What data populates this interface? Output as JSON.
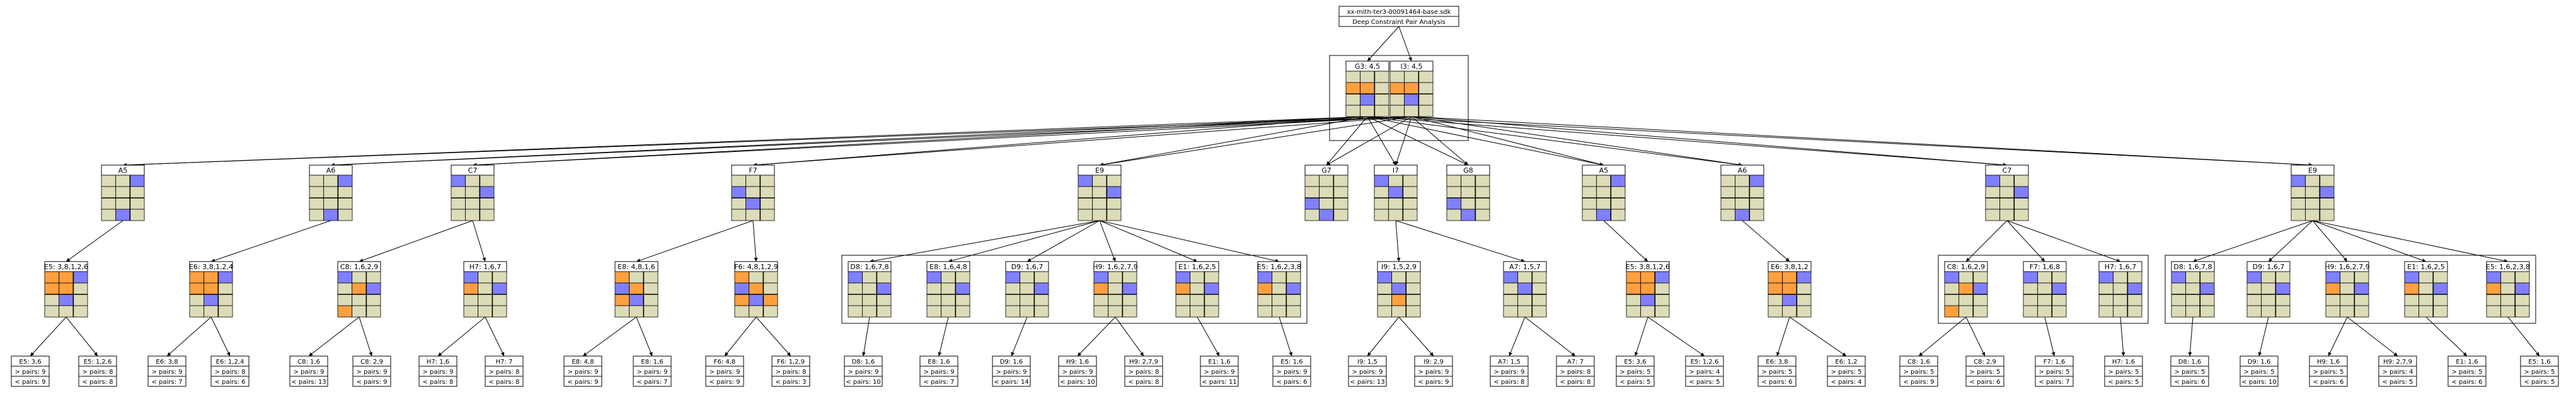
{
  "root": {
    "line1": "xx-mith-ter3-00091464-base.sdk",
    "line2": "Deep Constraint Pair Analysis"
  },
  "colors": {
    "empty": "#dcdcb8",
    "given": "#8080ff",
    "candidate": "#ffa040",
    "grid": "#000000"
  },
  "level1": [
    {
      "label": "G3: 4,5",
      "cells": "EEE OOE EGE EEE"
    },
    {
      "label": "I3: 4,5",
      "cells": "EEE OOE EGE EEE"
    }
  ],
  "level2": [
    {
      "label": "A5",
      "cells": "EEG EEE EEE EGE"
    },
    {
      "label": "A6",
      "cells": "EEG EEE EEE EGE"
    },
    {
      "label": "C7",
      "cells": "GEE EEG EEE EEE"
    },
    {
      "label": "F7",
      "cells": "EEE GEE EGE EEE"
    },
    {
      "label": "E9",
      "cells": "GEE EEG EEE EEE"
    },
    {
      "label": "G7",
      "cells": "EEE EEE GEE EGE"
    },
    {
      "label": "I7",
      "cells": "GEE EGE EEE EEE"
    },
    {
      "label": "G8",
      "cells": "EEE EEE GEE EGE"
    },
    {
      "label": "A5",
      "cells": "EEG EEE EEE EGE"
    },
    {
      "label": "A6",
      "cells": "EEG EEE EEE EGE"
    },
    {
      "label": "C7",
      "cells": "GEE EEG EEE EEE"
    },
    {
      "label": "E9",
      "cells": "GEE EEG EEE EEE"
    }
  ],
  "level3": [
    {
      "label": "E5: 3,8,1,2,6",
      "cells": "OOG OOE EGE EEE"
    },
    {
      "label": "E6: 3,8,1,2,4",
      "cells": "OOG OOE EGE EEE"
    },
    {
      "label": "C8: 1,6,2,9",
      "cells": "GEE EOG EEE OEE"
    },
    {
      "label": "H7: 1,6,7",
      "cells": "GEE OEG EEE EEE"
    },
    {
      "label": "E8: 4,8,1,6",
      "cells": "OEE GOE OGE EEE"
    },
    {
      "label": "F6: 4,8,1,2,9",
      "cells": "OEE GOE OGO EEE"
    },
    {
      "label": "D8: 1,6,7,8",
      "cells": "GEE EEG EEE EEE"
    },
    {
      "label": "E8: 1,6,4,8",
      "cells": "GEE EEG EEE EEE"
    },
    {
      "label": "D9: 1,6,7",
      "cells": "GEE EEG EEE EEE"
    },
    {
      "label": "H9: 1,6,2,7,9",
      "cells": "GEE OEG EEE EEE"
    },
    {
      "label": "E1: 1,6,2,5",
      "cells": "GEE OEG EEE EEE"
    },
    {
      "label": "E5: 1,6,2,3,8",
      "cells": "GEE OEG EEE EEE"
    },
    {
      "label": "I9: 1,5,2,9",
      "cells": "GEE EGE EOE EEE"
    },
    {
      "label": "A7: 1,5,7",
      "cells": "GEE EGE EEE EEE"
    },
    {
      "label": "E5: 3,8,1,2,6",
      "cells": "OOG OOE EGE EEE"
    },
    {
      "label": "E6: 3,8,1,2",
      "cells": "OOG OOE EGE EEE"
    },
    {
      "label": "C8: 1,6,2,9",
      "cells": "GEE EOG EEE OEE"
    },
    {
      "label": "F7: 1,6,8",
      "cells": "GEE EEG EEE EEE"
    },
    {
      "label": "H7: 1,6,7",
      "cells": "GEE EEG EEE EEE"
    },
    {
      "label": "D8: 1,6,7,8",
      "cells": "GEE EEG EEE EEE"
    },
    {
      "label": "D9: 1,6,7",
      "cells": "GEE EEG EEE EEE"
    },
    {
      "label": "H9: 1,6,2,7,9",
      "cells": "GEE OEG EEE EEE"
    },
    {
      "label": "E1: 1,6,2,5",
      "cells": "GEE OEG EEE EEE"
    },
    {
      "label": "E5: 1,6,2,3,8",
      "cells": "GEE OEG EEE EEE"
    }
  ],
  "level4": [
    {
      "label": "E5: 3,6",
      "l2": "> pairs: 9",
      "l3": "< pairs: 9"
    },
    {
      "label": "E5: 1,2,6",
      "l2": "> pairs: 8",
      "l3": "< pairs: 8"
    },
    {
      "label": "E6: 3,8",
      "l2": "> pairs: 9",
      "l3": "< pairs: 7"
    },
    {
      "label": "E6: 1,2,4",
      "l2": "> pairs: 8",
      "l3": "< pairs: 6"
    },
    {
      "label": "C8: 1,6",
      "l2": "> pairs: 9",
      "l3": "< pairs: 13"
    },
    {
      "label": "C8: 2,9",
      "l2": "> pairs: 9",
      "l3": "< pairs: 9"
    },
    {
      "label": "H7: 1,6",
      "l2": "> pairs: 9",
      "l3": "< pairs: 8"
    },
    {
      "label": "H7: 7",
      "l2": "> pairs: 8",
      "l3": "< pairs: 8"
    },
    {
      "label": "E8: 4,8",
      "l2": "> pairs: 9",
      "l3": "< pairs: 9"
    },
    {
      "label": "E8: 1,6",
      "l2": "> pairs: 9",
      "l3": "< pairs: 7"
    },
    {
      "label": "F6: 4,8",
      "l2": "> pairs: 9",
      "l3": "< pairs: 9"
    },
    {
      "label": "F6: 1,2,9",
      "l2": "> pairs: 8",
      "l3": "< pairs: 3"
    },
    {
      "label": "D8: 1,6",
      "l2": "> pairs: 9",
      "l3": "< pairs: 10"
    },
    {
      "label": "E8: 1,6",
      "l2": "> pairs: 9",
      "l3": "< pairs: 7"
    },
    {
      "label": "D9: 1,6",
      "l2": "> pairs: 9",
      "l3": "< pairs: 14"
    },
    {
      "label": "H9: 1,6",
      "l2": "> pairs: 9",
      "l3": "< pairs: 10"
    },
    {
      "label": "H9: 2,7,9",
      "l2": "> pairs: 8",
      "l3": "< pairs: 8"
    },
    {
      "label": "E1: 1,6",
      "l2": "> pairs: 9",
      "l3": "< pairs: 11"
    },
    {
      "label": "E5: 1,6",
      "l2": "> pairs: 9",
      "l3": "< pairs: 6"
    },
    {
      "label": "I9: 1,5",
      "l2": "> pairs: 9",
      "l3": "< pairs: 13"
    },
    {
      "label": "I9: 2,9",
      "l2": "> pairs: 9",
      "l3": "< pairs: 9"
    },
    {
      "label": "A7: 1,5",
      "l2": "> pairs: 9",
      "l3": "< pairs: 8"
    },
    {
      "label": "A7: 7",
      "l2": "> pairs: 8",
      "l3": "< pairs: 8"
    },
    {
      "label": "E5: 3,6",
      "l2": "> pairs: 5",
      "l3": "< pairs: 5"
    },
    {
      "label": "E5: 1,2,6",
      "l2": "> pairs: 4",
      "l3": "< pairs: 5"
    },
    {
      "label": "E6: 3,8",
      "l2": "> pairs: 5",
      "l3": "< pairs: 6"
    },
    {
      "label": "E6: 1,2",
      "l2": "> pairs: 5",
      "l3": "< pairs: 4"
    },
    {
      "label": "C8: 1,6",
      "l2": "> pairs: 5",
      "l3": "< pairs: 9"
    },
    {
      "label": "C8: 2,9",
      "l2": "> pairs: 5",
      "l3": "< pairs: 6"
    },
    {
      "label": "F7: 1,6",
      "l2": "> pairs: 5",
      "l3": "< pairs: 7"
    },
    {
      "label": "H7: 1,6",
      "l2": "> pairs: 5",
      "l3": "< pairs: 5"
    },
    {
      "label": "D8: 1,6",
      "l2": "> pairs: 5",
      "l3": "< pairs: 6"
    },
    {
      "label": "D9: 1,6",
      "l2": "> pairs: 5",
      "l3": "< pairs: 10"
    },
    {
      "label": "H9: 1,6",
      "l2": "> pairs: 5",
      "l3": "< pairs: 6"
    },
    {
      "label": "H9: 2,7,9",
      "l2": "> pairs: 4",
      "l3": "< pairs: 5"
    },
    {
      "label": "E1: 1,6",
      "l2": "> pairs: 5",
      "l3": "< pairs: 6"
    },
    {
      "label": "E5: 1,6",
      "l2": "> pairs: 5",
      "l3": "< pairs: 5"
    }
  ]
}
